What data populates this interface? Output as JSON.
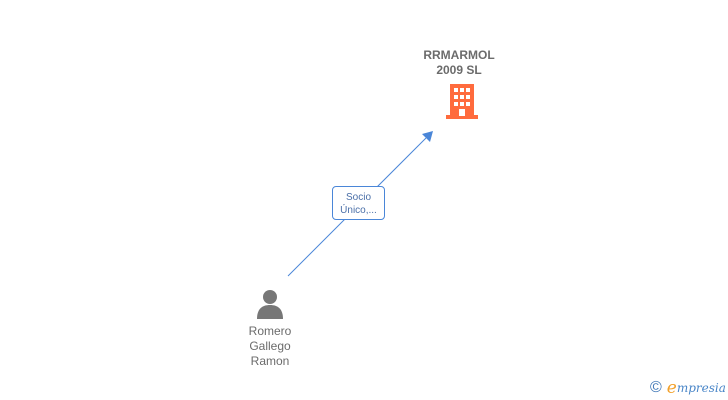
{
  "company": {
    "name_line1": "RRMARMOL",
    "name_line2": "2009 SL",
    "icon": "building-icon",
    "icon_color": "#ff6b3d"
  },
  "relation": {
    "label_line1": "Socio",
    "label_line2": "Único,...",
    "line_color": "#4a86d8"
  },
  "person": {
    "name_line1": "Romero",
    "name_line2": "Gallego",
    "name_line3": "Ramon",
    "icon": "person-icon",
    "icon_color": "#777777"
  },
  "brand": {
    "copyright_symbol": "©",
    "logo_initial": "e",
    "logo_rest": "mpresia"
  }
}
